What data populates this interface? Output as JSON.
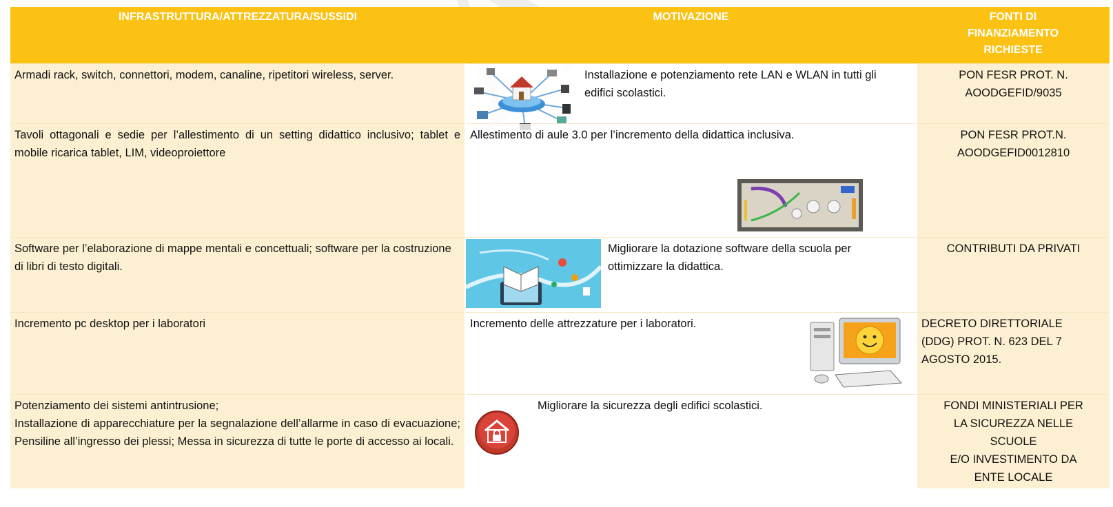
{
  "headers": {
    "col1": "INFRASTRUTTURA/ATTREZZATURA/SUSSIDI",
    "col2": "MOTIVAZIONE",
    "col3": "FONTI DI FINANZIAMENTO RICHIESTE"
  },
  "rows": [
    {
      "item": "Armadi rack, switch, connettori, modem, canaline, ripetitori wireless, server.",
      "reason": "Installazione e potenziamento rete LAN e WLAN in tutti gli edifici scolastici.",
      "funding": [
        "PON FESR PROT. N.",
        "AOODGEFID/9035"
      ],
      "icon": "network-house-icon"
    },
    {
      "item": "Tavoli ottagonali e sedie per l’allestimento di un setting didattico inclusivo; tablet e mobile ricarica tablet, LIM, videoproiettore",
      "reason": "Allestimento di aule 3.0 per l’incremento della didattica inclusiva.",
      "funding": [
        "PON FESR PROT.N.",
        "AOODGEFID0012810"
      ],
      "icon": "classroom-plan-icon"
    },
    {
      "item": "Software per l’elaborazione di mappe mentali e concettuali; software per la costruzione di libri di testo digitali.",
      "reason": "Migliorare la dotazione software della scuola per ottimizzare la didattica.",
      "funding": [
        "CONTRIBUTI DA PRIVATI"
      ],
      "icon": "digital-book-icon"
    },
    {
      "item": "Incremento pc desktop per i laboratori",
      "reason": "Incremento delle attrezzature per i laboratori.",
      "funding": [
        "DECRETO DIRETTORIALE",
        "(DDG) PROT. N. 623 DEL 7",
        "AGOSTO 2015."
      ],
      "icon": "desktop-computer-icon"
    },
    {
      "item": [
        "Potenziamento dei sistemi antintrusione;",
        "Installazione di apparecchiature per la segnalazione dell’allarme in caso di evacuazione; Pensiline all’ingresso dei plessi; Messa in sicurezza di tutte le porte di accesso ai locali."
      ],
      "reason": "Migliorare la sicurezza degli edifici scolastici.",
      "funding": [
        "FONDI MINISTERIALI PER",
        "LA SICUREZZA NELLE",
        "SCUOLE",
        "E/O INVESTIMENTO DA",
        "ENTE LOCALE"
      ],
      "icon": "security-lock-icon"
    }
  ],
  "colors": {
    "header_bg": "#fbc113",
    "header_text": "#ffffff",
    "row_bg": "#fdeecc"
  }
}
